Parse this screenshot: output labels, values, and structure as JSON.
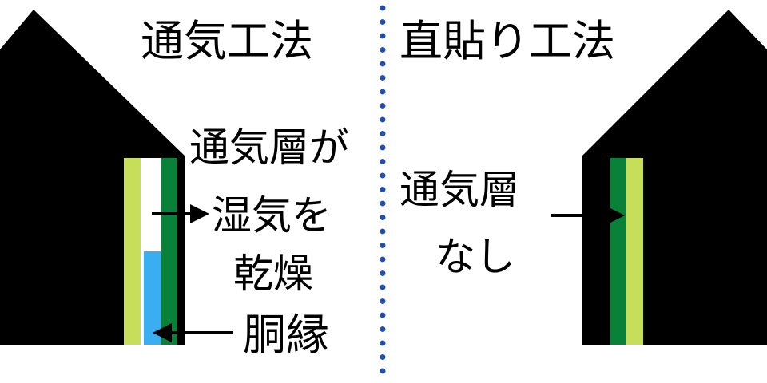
{
  "left_panel": {
    "title": "通気工法",
    "note_lines": [
      "通気層が",
      "湿気を",
      "乾燥"
    ],
    "furring_label": "胴縁"
  },
  "right_panel": {
    "title": "直貼り工法",
    "note_lines": [
      "通気層",
      "なし"
    ]
  },
  "colors": {
    "house": "#000000",
    "siding": "#c6de5a",
    "sheathing": "#0a8138",
    "furring_strip": "#3aaef0",
    "air_gap": "#ffffff",
    "divider": "#1f4fb0",
    "arrow": "#000000"
  }
}
